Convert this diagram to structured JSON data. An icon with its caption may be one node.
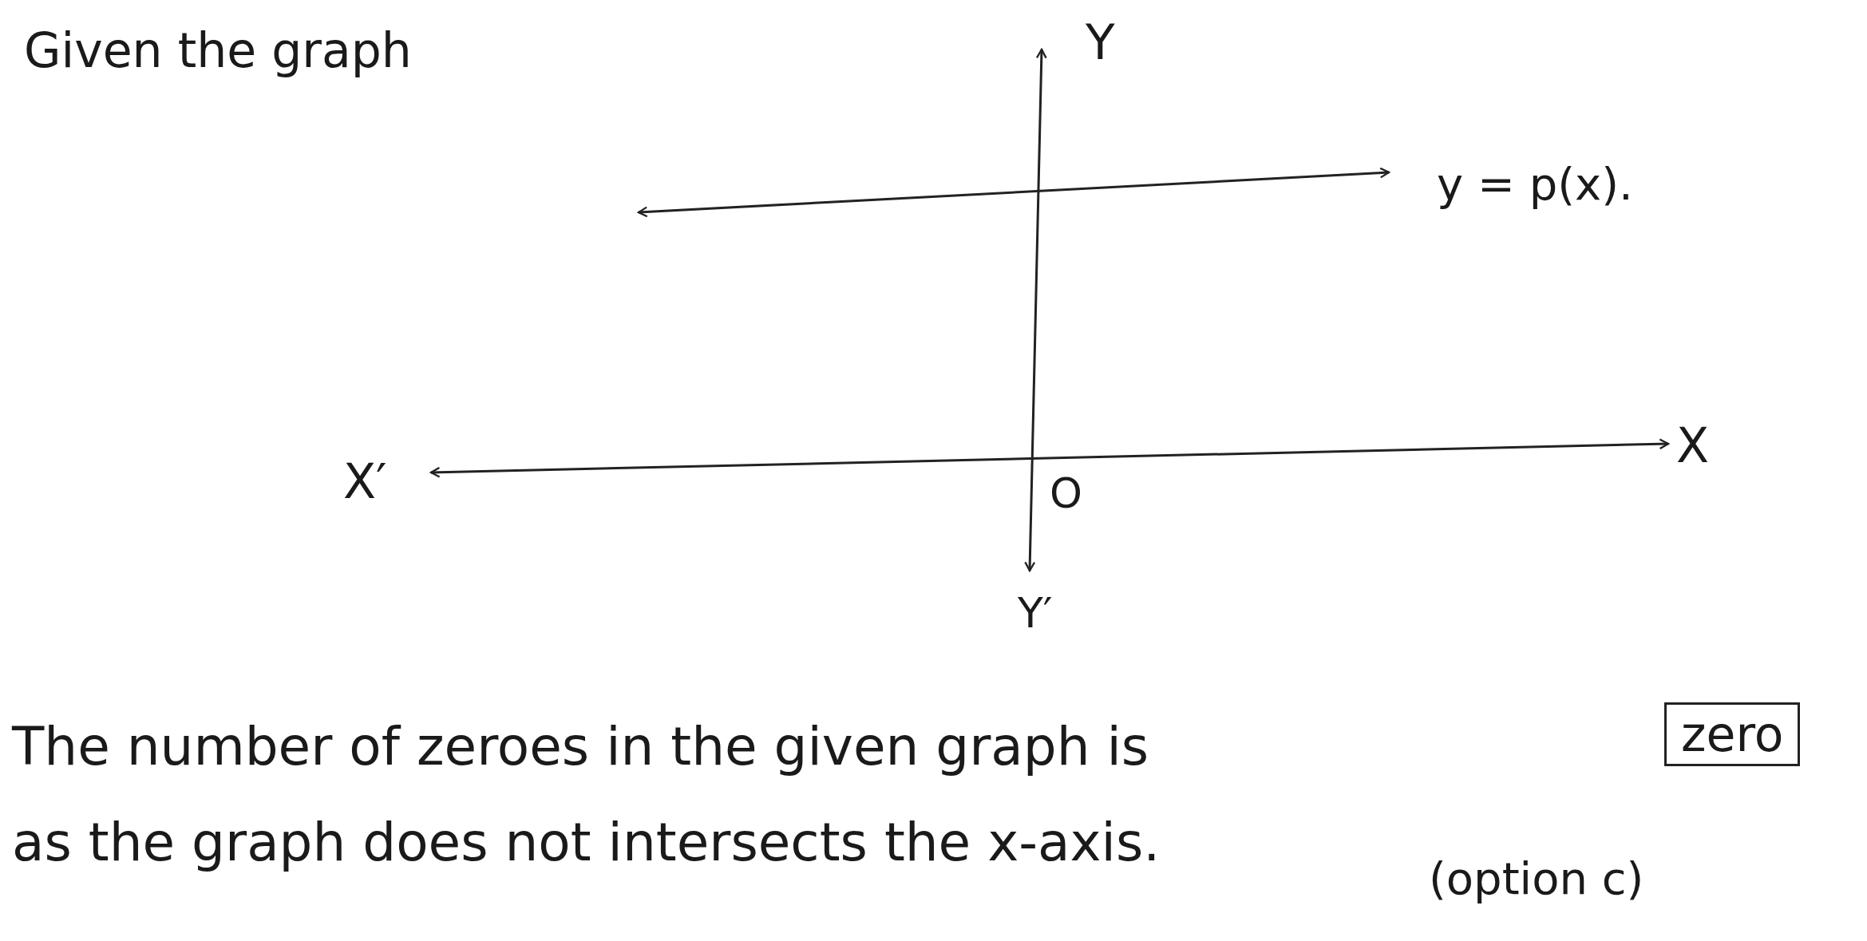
{
  "diagram": {
    "title": "Given the graph",
    "nodes": [
      {
        "text": [
          "zero"
        ]
      }
    ],
    "labels": [
      "Y",
      "y = p(x).",
      "X′",
      "X",
      "O",
      "Y′",
      "The number of zeroes in the given graph is",
      "as the graph does not intersects the x-axis.",
      "(option c)"
    ]
  }
}
